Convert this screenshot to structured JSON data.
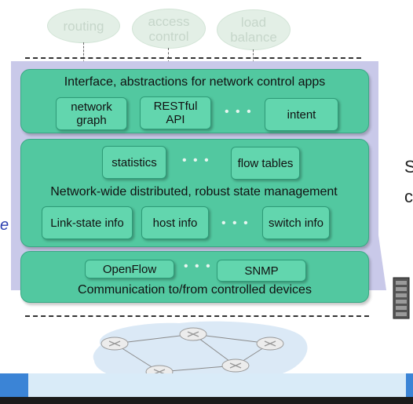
{
  "apps": [
    {
      "name": "routing-app",
      "label": "routing"
    },
    {
      "name": "access-control-app",
      "label": "access control"
    },
    {
      "name": "load-balance-app",
      "label": "load balance"
    }
  ],
  "layers": {
    "interface": {
      "title": "Interface, abstractions for network control apps",
      "boxes": [
        "network graph",
        "RESTful API",
        "intent"
      ],
      "dots": "• • •"
    },
    "state": {
      "title": "Network-wide distributed, robust  state management",
      "top_boxes": [
        "statistics",
        "flow tables"
      ],
      "bottom_boxes": [
        "Link-state info",
        "host info",
        "switch info"
      ],
      "dots": "• • •"
    },
    "communication": {
      "title": "Communication to/from controlled devices",
      "boxes": [
        "OpenFlow",
        "SNMP"
      ],
      "dots": "• • •"
    }
  },
  "clipped_text": {
    "right_top": "S",
    "right_bottom": "c",
    "left": "e"
  },
  "colors": {
    "layer": "#52c8a0",
    "box": "#62d6ae",
    "frame": "#c9c9e9",
    "app_faded": "#e3efe6",
    "bar_blue": "#3b84d6"
  }
}
